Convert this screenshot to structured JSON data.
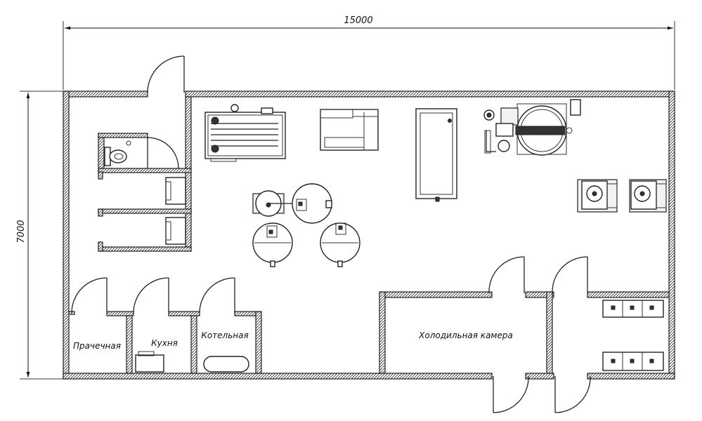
{
  "dimensions": {
    "width": "15000",
    "height": "7000"
  },
  "rooms": {
    "laundry": "Прачечная",
    "kitchen": "Кухня",
    "boiler_room": "Котельная",
    "cold_room": "Холодильная камера"
  }
}
